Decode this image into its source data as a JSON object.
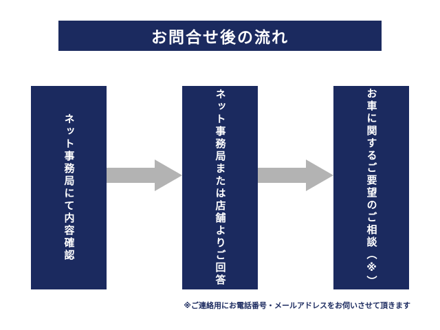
{
  "header": {
    "title": "お問合せ後の流れ"
  },
  "steps": [
    {
      "label": "ネット事務局にて内容確認"
    },
    {
      "label": "ネット事務局または店舗よりご回答"
    },
    {
      "label": "お車に関するご要望のご相談（※）"
    }
  ],
  "footnote": "※ご連絡用にお電話番号・メールアドレスをお伺いさせて頂きます",
  "colors": {
    "navy": "#1b2a5f",
    "arrow_gray": "#b3b3b3",
    "background": "#ffffff",
    "text_on_navy": "#ffffff"
  }
}
